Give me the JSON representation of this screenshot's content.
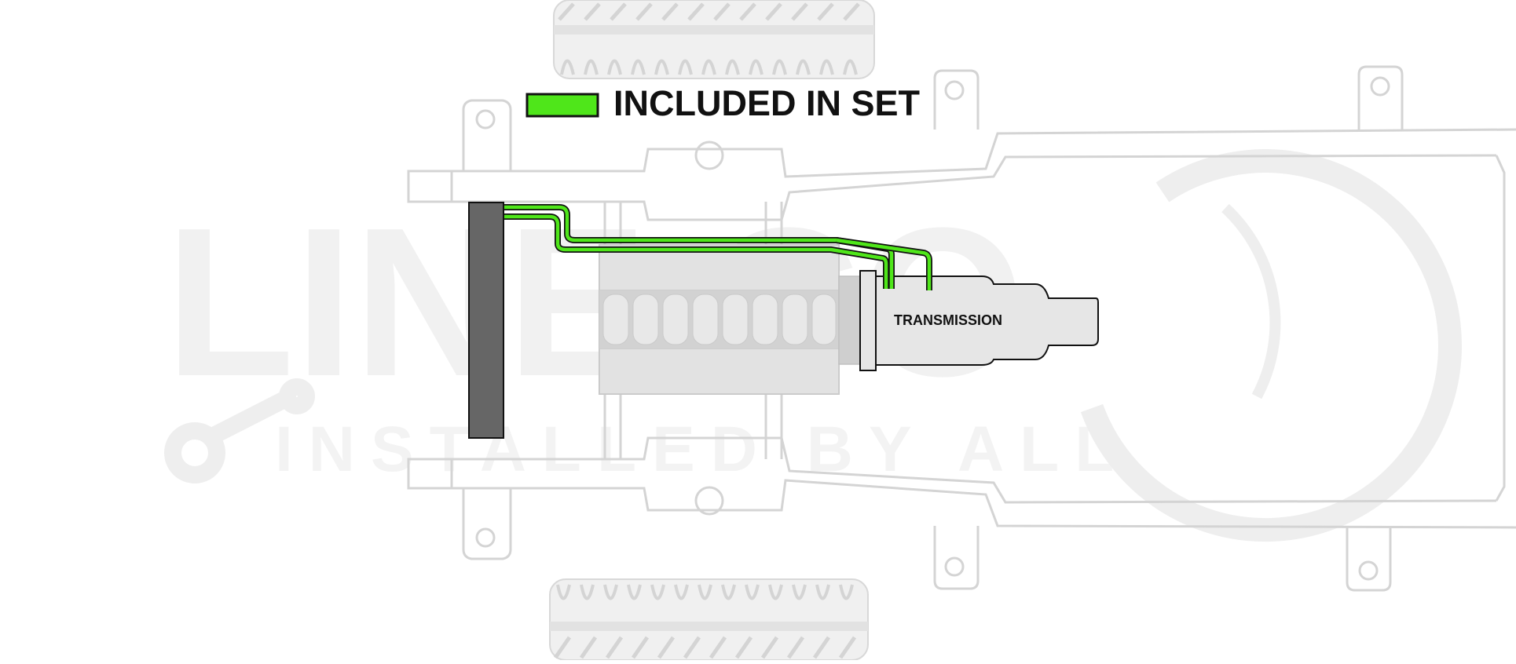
{
  "legend": {
    "label": "INCLUDED IN SET",
    "swatch_color": "#4fe61a"
  },
  "components": {
    "transmission_label": "TRANSMISSION"
  },
  "watermark": {
    "brand_text": "LINE CO",
    "tagline_text": "INSTALLED BY ALL"
  },
  "colors": {
    "line_green": "#4fe61a",
    "radiator": "#666666",
    "chassis_outline": "#d4d4d4",
    "engine": "#dcdcdc",
    "transmission": "#e6e6e6"
  }
}
